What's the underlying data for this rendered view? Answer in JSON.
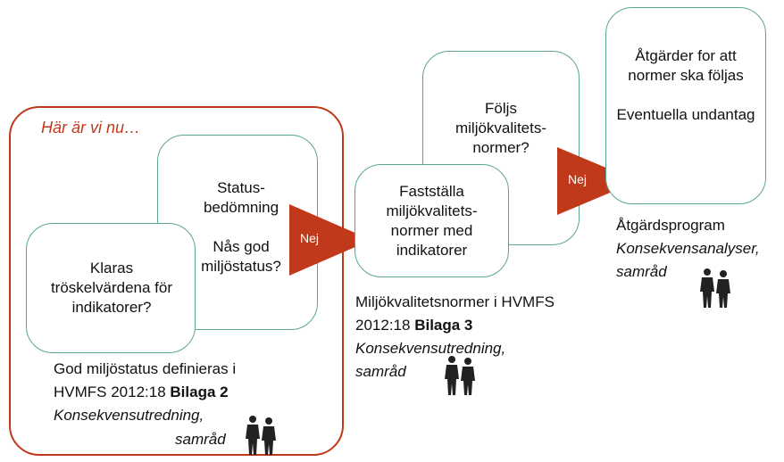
{
  "here_label": "Här är vi nu…",
  "boxes": {
    "klaras": "Klaras tröskelvärdena för indikatorer?",
    "status_1": "Status-",
    "status_2": "bedömning",
    "status_3": "Nås god",
    "status_4": "miljöstatus?",
    "faststalla": "Fastställa miljökvalitets-normer med indikatorer",
    "foljs": "Följs miljökvalitets-normer?",
    "atgarder_1": "Åtgärder for att normer ska följas",
    "atgarder_2": "Eventuella undantag"
  },
  "arrows": {
    "nej_1": "Nej",
    "nej_2": "Nej"
  },
  "captions": {
    "left_line1": "God miljöstatus definieras i",
    "left_line2a": "HVMFS 2012:18 ",
    "left_line2b": "Bilaga 2",
    "left_line3": "Konsekvensutredning,",
    "left_line4": "samråd",
    "mid_line1": "Miljökvalitetsnormer i HVMFS",
    "mid_line2a": "2012:18 ",
    "mid_line2b": "Bilaga 3",
    "mid_line3": "Konsekvensutredning,",
    "mid_line4": "samråd",
    "right_line1": "Åtgärdsprogram",
    "right_line2": "Konsekvensanalyser,",
    "right_line3": "samråd"
  },
  "colors": {
    "frame": "#c0391b",
    "arrow": "#c0391b",
    "box_border": "#5aa88b",
    "people": "#222222"
  },
  "icons": [
    "people-icon",
    "people-icon",
    "people-icon"
  ]
}
